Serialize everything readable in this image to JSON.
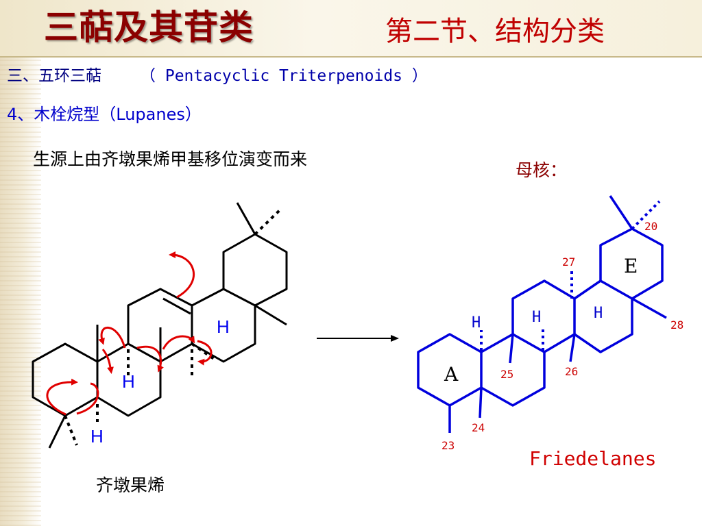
{
  "header": {
    "title": "三萜及其苷类",
    "subtitle": "第二节、结构分类"
  },
  "section": {
    "heading_zh": "三、五环三萜",
    "heading_en": "（ Pentacyclic Triterpenoids ）",
    "subheading": "4、木栓烷型（Lupanes）",
    "description": "生源上由齐墩果烯甲基移位演变而来"
  },
  "left_structure": {
    "caption": "齐墩果烯",
    "h_labels": [
      "H",
      "H",
      "H"
    ]
  },
  "right_structure": {
    "label": "母核：",
    "caption": "Friedelanes",
    "ring_labels": [
      "A",
      "E"
    ],
    "h_labels": [
      "H",
      "H",
      "H"
    ],
    "carbon_numbers": [
      "20",
      "27",
      "28",
      "26",
      "25",
      "24",
      "23"
    ]
  },
  "colors": {
    "title": "#8b0000",
    "subtitle": "#c00000",
    "bond_left": "#000000",
    "bond_right": "#0000dd",
    "arrow": "#e00000",
    "numbers": "#cc0000"
  }
}
